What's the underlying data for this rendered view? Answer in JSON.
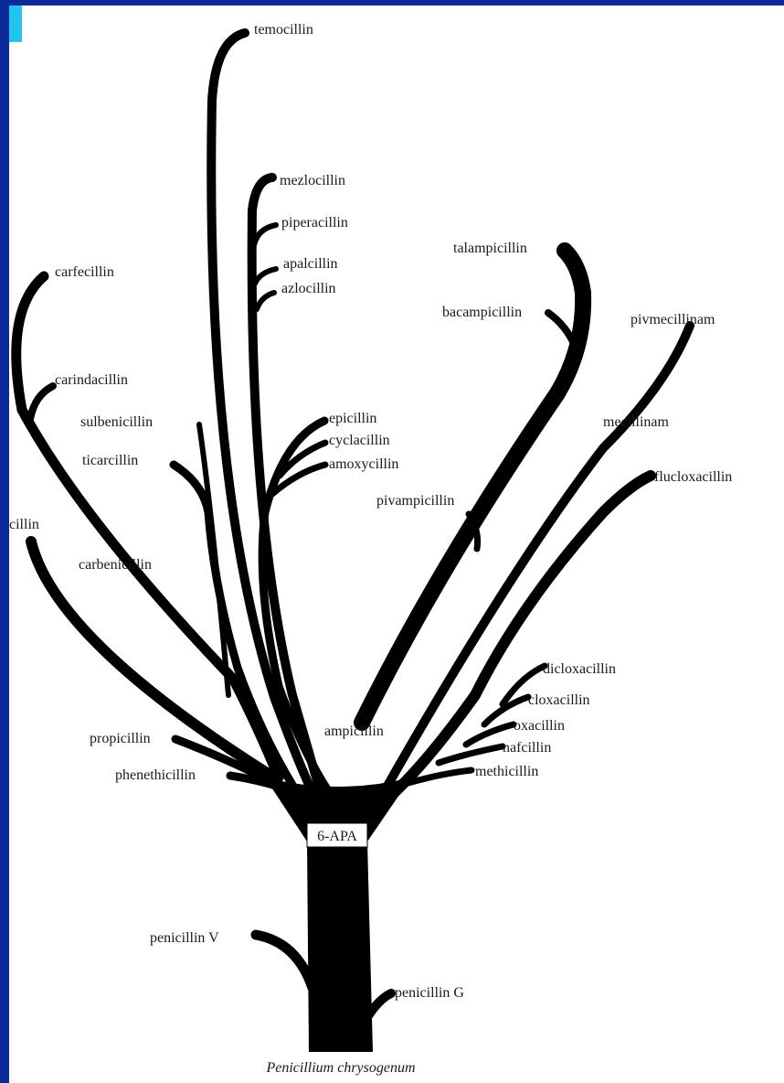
{
  "colors": {
    "frame": "#0a2a9c",
    "corner_accent": "#22c4ee",
    "branch": "#000000",
    "background": "#ffffff"
  },
  "trunk": {
    "label": "6-APA"
  },
  "caption": "Penicillium chrysogenum",
  "labels": {
    "temocillin": "temocillin",
    "mezlocillin": "mezlocillin",
    "piperacillin": "piperacillin",
    "apalcillin": "apalcillin",
    "azlocillin": "azlocillin",
    "carfecillin": "carfecillin",
    "carindacillin": "carindacillin",
    "sulbenicillin": "sulbenicillin",
    "ticarcillin": "ticarcillin",
    "cillin": "cillin",
    "carbenicillin": "carbenicillin",
    "epicillin": "epicillin",
    "cyclacillin": "cyclacillin",
    "amoxycillin": "amoxycillin",
    "talampicillin": "talampicillin",
    "bacampicillin": "bacampicillin",
    "pivmecillinam": "pivmecillinam",
    "mecillinam": "mecillinam",
    "flucloxacillin": "flucloxacillin",
    "pivampicillin": "pivampicillin",
    "dicloxacillin": "dicloxacillin",
    "cloxacillin": "cloxacillin",
    "oxacillin": "oxacillin",
    "nafcillin": "nafcillin",
    "methicillin": "methicillin",
    "propicillin": "propicillin",
    "phenethicillin": "phenethicillin",
    "ampicillin": "ampicillin",
    "penicillin_v": "penicillin V",
    "penicillin_g": "penicillin G"
  }
}
